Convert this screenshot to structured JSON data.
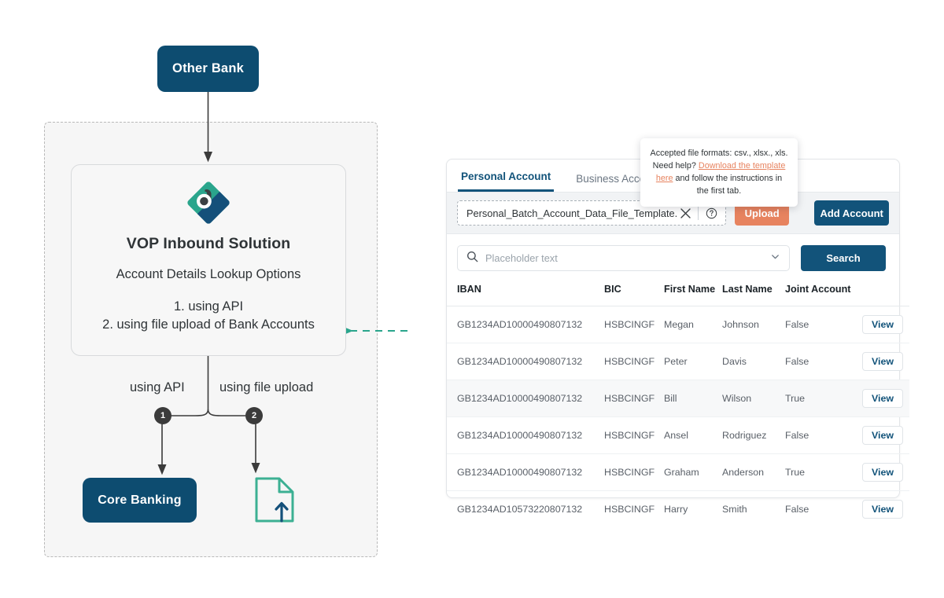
{
  "diagram": {
    "other_bank": "Other Bank",
    "core_banking": "Core Banking",
    "vop": {
      "title": "VOP Inbound Solution",
      "subtitle": "Account Details Lookup Options",
      "option_1": "1. using API",
      "option_2": "2. using file upload of Bank Accounts"
    },
    "edges": {
      "label_api": "using API",
      "label_file_upload": "using file upload",
      "badge_1": "1",
      "badge_2": "2"
    },
    "colors": {
      "node_navy": "#0d4c70",
      "logo_teal": "#2aa58c",
      "logo_navy": "#14507a",
      "logo_dark": "#3b4043",
      "file_icon_teal": "#3cb093",
      "dashed_connector_teal": "#2aa58c",
      "badge_gray": "#3b3b3b"
    }
  },
  "panel": {
    "tabs": [
      {
        "label": "Personal Account",
        "active": true
      },
      {
        "label": "Business Account",
        "active": false
      }
    ],
    "upload_bar": {
      "file_name": "Personal_Batch_Account_Data_File_Template.csv",
      "clear_icon": "close-icon",
      "help_icon": "question-mark-circle-icon",
      "upload_label": "Upload",
      "add_account_label": "Add Account"
    },
    "tooltip": {
      "line1": "Accepted file formats: csv., xlsx., xls.",
      "line2_prefix": "Need help? ",
      "link_text": "Download the template here",
      "line2_suffix": " and follow the instructions in the first tab."
    },
    "search": {
      "icon": "search-icon",
      "placeholder": "Placeholder text",
      "value": "",
      "chevron_icon": "chevron-down-icon",
      "button_label": "Search"
    },
    "table": {
      "columns": [
        "IBAN",
        "BIC",
        "First Name",
        "Last Name",
        "Joint Account",
        ""
      ],
      "action_label": "View",
      "rows": [
        {
          "iban": "GB1234AD10000490807132",
          "bic": "HSBCINGF",
          "first": "Megan",
          "last": "Johnson",
          "joint": "False",
          "action": "View",
          "alt": false
        },
        {
          "iban": "GB1234AD10000490807132",
          "bic": "HSBCINGF",
          "first": "Peter",
          "last": "Davis",
          "joint": "False",
          "action": "View",
          "alt": false
        },
        {
          "iban": "GB1234AD10000490807132",
          "bic": "HSBCINGF",
          "first": "Bill",
          "last": "Wilson",
          "joint": "True",
          "action": "View",
          "alt": true
        },
        {
          "iban": "GB1234AD10000490807132",
          "bic": "HSBCINGF",
          "first": "Ansel",
          "last": "Rodriguez",
          "joint": "False",
          "action": "View",
          "alt": false
        },
        {
          "iban": "GB1234AD10000490807132",
          "bic": "HSBCINGF",
          "first": "Graham",
          "last": "Anderson",
          "joint": "True",
          "action": "View",
          "alt": false
        },
        {
          "iban": "GB1234AD10573220807132",
          "bic": "HSBCINGF",
          "first": "Harry",
          "last": "Smith",
          "joint": "False",
          "action": "View",
          "alt": false
        }
      ]
    },
    "colors": {
      "primary_navy": "#12537a",
      "upload_coral": "#e7835f",
      "tab_active": "#12537a"
    }
  }
}
